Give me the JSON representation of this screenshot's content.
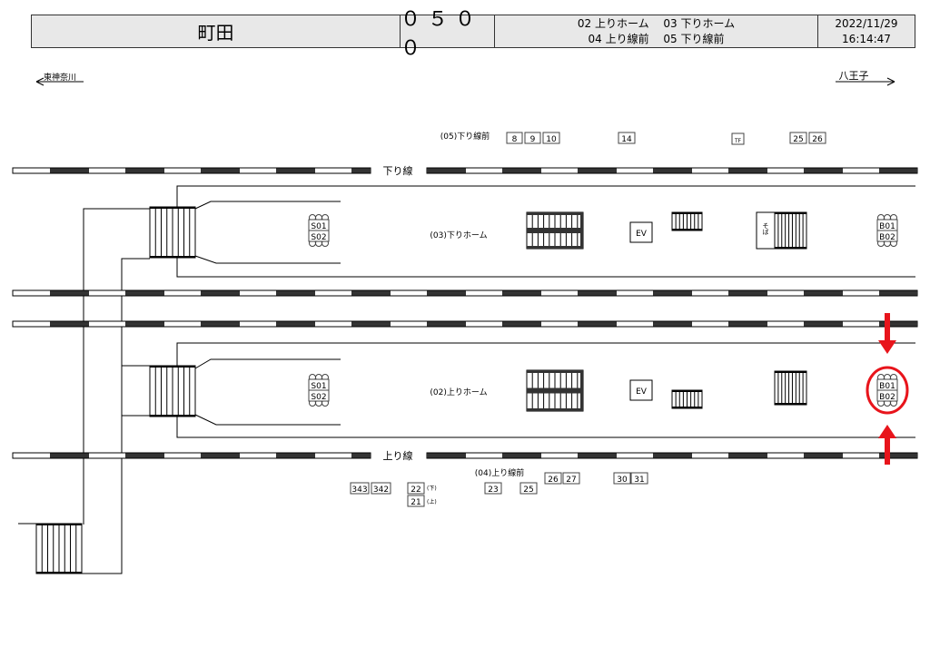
{
  "header": {
    "station": "町田",
    "code": "０５００",
    "legend_line1": "02 上りホーム　 03 下りホーム",
    "legend_line2": "04 上り線前　 05 下り線前",
    "date": "2022/11/29",
    "time": "16:14:47"
  },
  "directions": {
    "left": "東神奈川",
    "right": "八王子"
  },
  "tracks": {
    "down": "下り線",
    "up": "上り線"
  },
  "platforms": {
    "down": "(03)下りホーム",
    "up": "(02)上りホーム"
  },
  "front_labels": {
    "down": "(05)下り線前",
    "up": "(04)上り線前"
  },
  "down_front_boxes": [
    "8",
    "9",
    "10",
    "14",
    "TF",
    "25",
    "26"
  ],
  "up_front_boxes": [
    "343",
    "342",
    "22",
    "21",
    "23",
    "25",
    "26",
    "27",
    "30",
    "31"
  ],
  "up_front_notes": [
    "(下)",
    "(上)"
  ],
  "facilities": {
    "ev": "EV",
    "soba": "そば"
  },
  "cameras": {
    "s1": "S01",
    "s2": "S02",
    "b1": "B01",
    "b2": "B02"
  },
  "highlight_color": "#e8141b"
}
